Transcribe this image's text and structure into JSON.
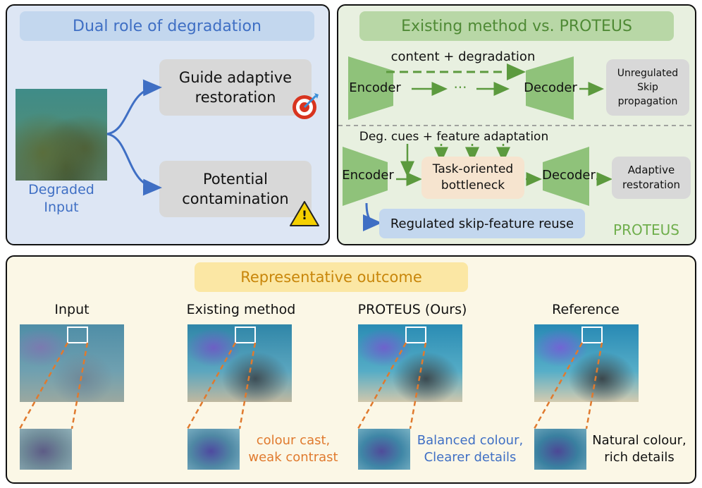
{
  "panel_left": {
    "title": "Dual role of degradation",
    "input_label_line1": "Degraded",
    "input_label_line2": "Input",
    "box_top_line1": "Guide adaptive",
    "box_top_line2": "restoration",
    "box_bottom_line1": "Potential",
    "box_bottom_line2": "contamination",
    "warning_glyph": "!"
  },
  "panel_right": {
    "title": "Existing method vs. PROTEUS",
    "top_flow_label": "content + degradation",
    "encoder_top": "Encoder",
    "dots": "···",
    "decoder_top": "Decoder",
    "unreg_line1": "Unregulated",
    "unreg_line2": "Skip",
    "unreg_line3": "propagation",
    "deg_cues_label": "Deg. cues + feature adaptation",
    "encoder_bottom": "Encoder",
    "bottleneck_line1": "Task-oriented",
    "bottleneck_line2": "bottleneck",
    "decoder_bottom": "Decoder",
    "adaptive_line1": "Adaptive",
    "adaptive_line2": "restoration",
    "regulated_label": "Regulated skip-feature reuse",
    "proteus_tag": "PROTEUS"
  },
  "panel_bottom": {
    "title": "Representative outcome",
    "col_input": "Input",
    "col_existing": "Existing method",
    "col_proteus": "PROTEUS (Ours)",
    "col_reference": "Reference",
    "note_existing_line1": "colour cast,",
    "note_existing_line2": "weak contrast",
    "note_proteus_line1": "Balanced colour,",
    "note_proteus_line2": "Clearer details",
    "note_reference_line1": "Natural colour,",
    "note_reference_line2": "rich details"
  },
  "colors": {
    "blue_text": "#3f6fc4",
    "green": "#5c9a3e",
    "orange": "#e07a2e",
    "gold_text": "#c8860a"
  }
}
